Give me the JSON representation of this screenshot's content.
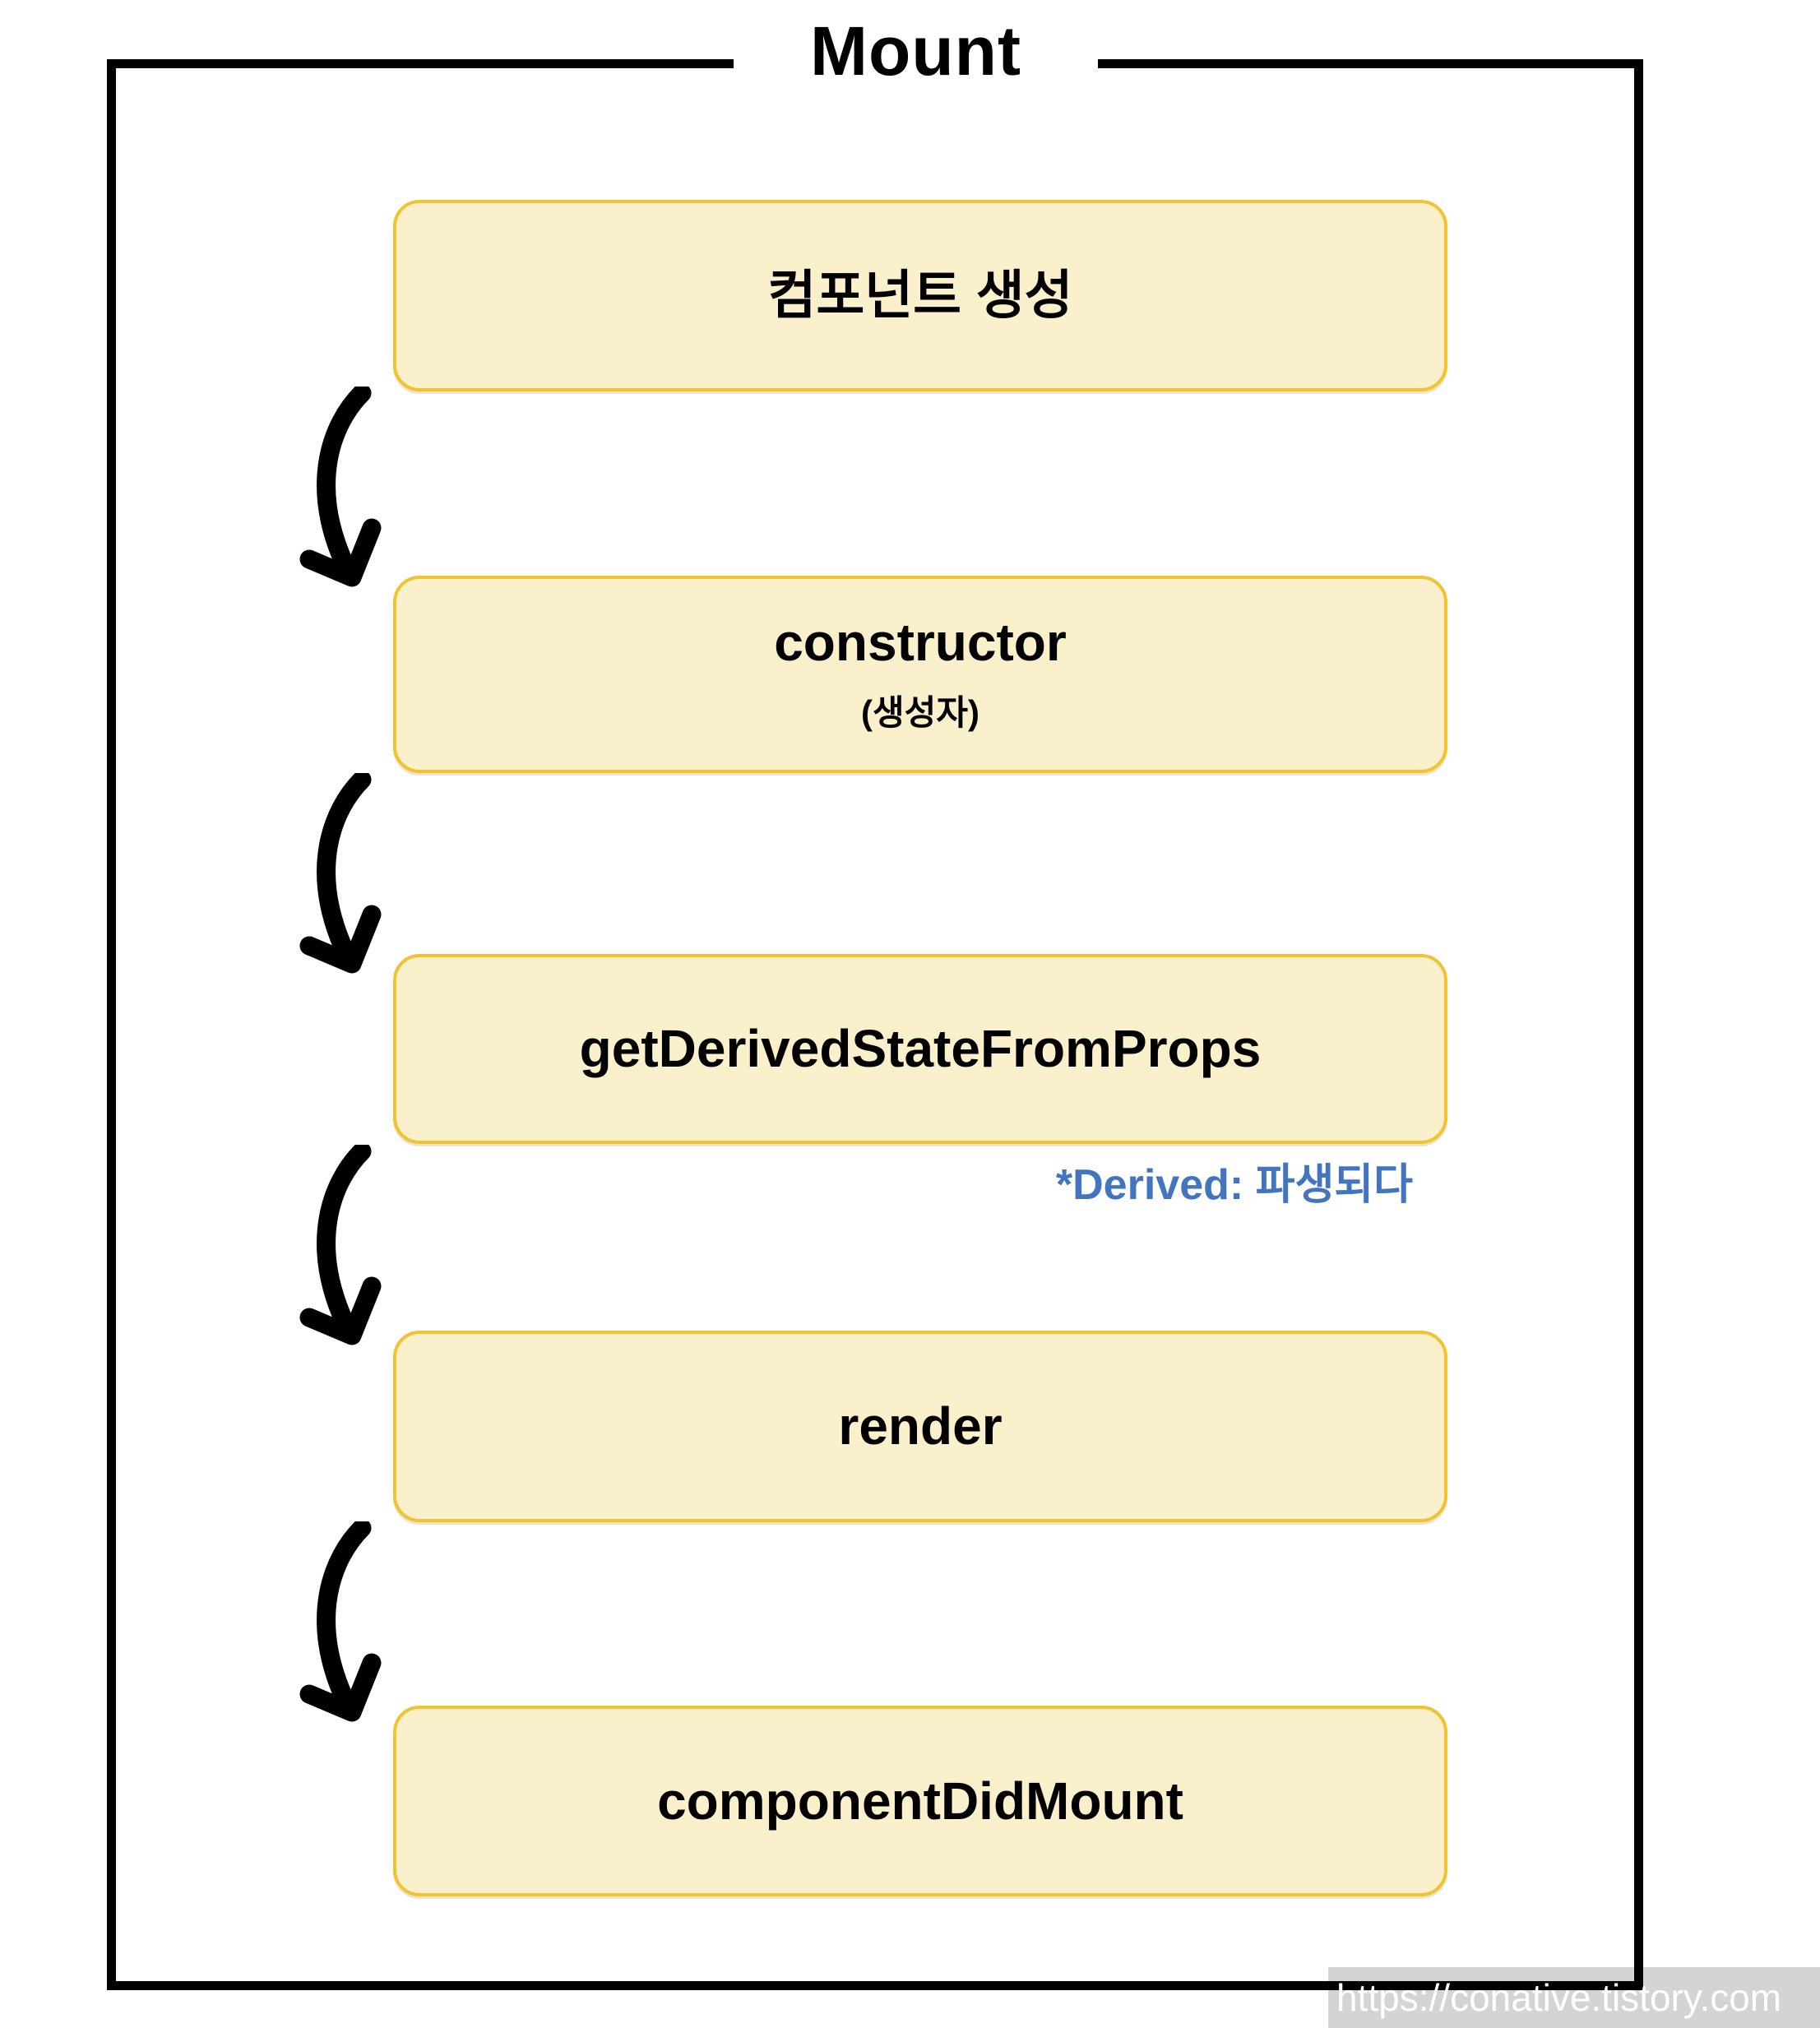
{
  "diagram": {
    "title": "Mount",
    "boxes": [
      {
        "label": "컴포넌트 생성"
      },
      {
        "label": "constructor",
        "sublabel": "(생성자)"
      },
      {
        "label": "getDerivedStateFromProps"
      },
      {
        "label": "render"
      },
      {
        "label": "componentDidMount"
      }
    ],
    "note": "*Derived: 파생되다",
    "watermark": "https://conative.tistory.com",
    "colors": {
      "box_fill": "#FBF0CC",
      "box_border": "#F1C232",
      "note_blue": "#4374BE",
      "outline_black": "#000000",
      "watermark_bg": "#D4D4D4",
      "watermark_text": "#FFFFFF"
    }
  }
}
